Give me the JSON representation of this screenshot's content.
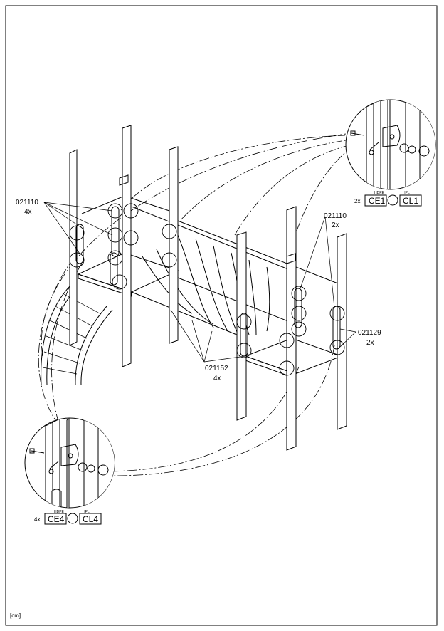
{
  "callouts": {
    "top_left": {
      "part": "021110",
      "qty": "4x"
    },
    "top_right": {
      "part": "021110",
      "qty": "2x"
    },
    "right": {
      "part": "021129",
      "qty": "2x"
    },
    "middle": {
      "part": "021152",
      "qty": "4x"
    }
  },
  "detail_top": {
    "qty": "2x",
    "hdpe_label": "HDPE",
    "hpl_label": "HPL",
    "hdpe_code": "CE1",
    "hpl_code": "CL1"
  },
  "detail_bottom": {
    "qty": "4x",
    "hdpe_label": "HDPE",
    "hpl_label": "HPL",
    "hdpe_code": "CE4",
    "hpl_code": "CL4"
  },
  "unit_label": "[cm]"
}
